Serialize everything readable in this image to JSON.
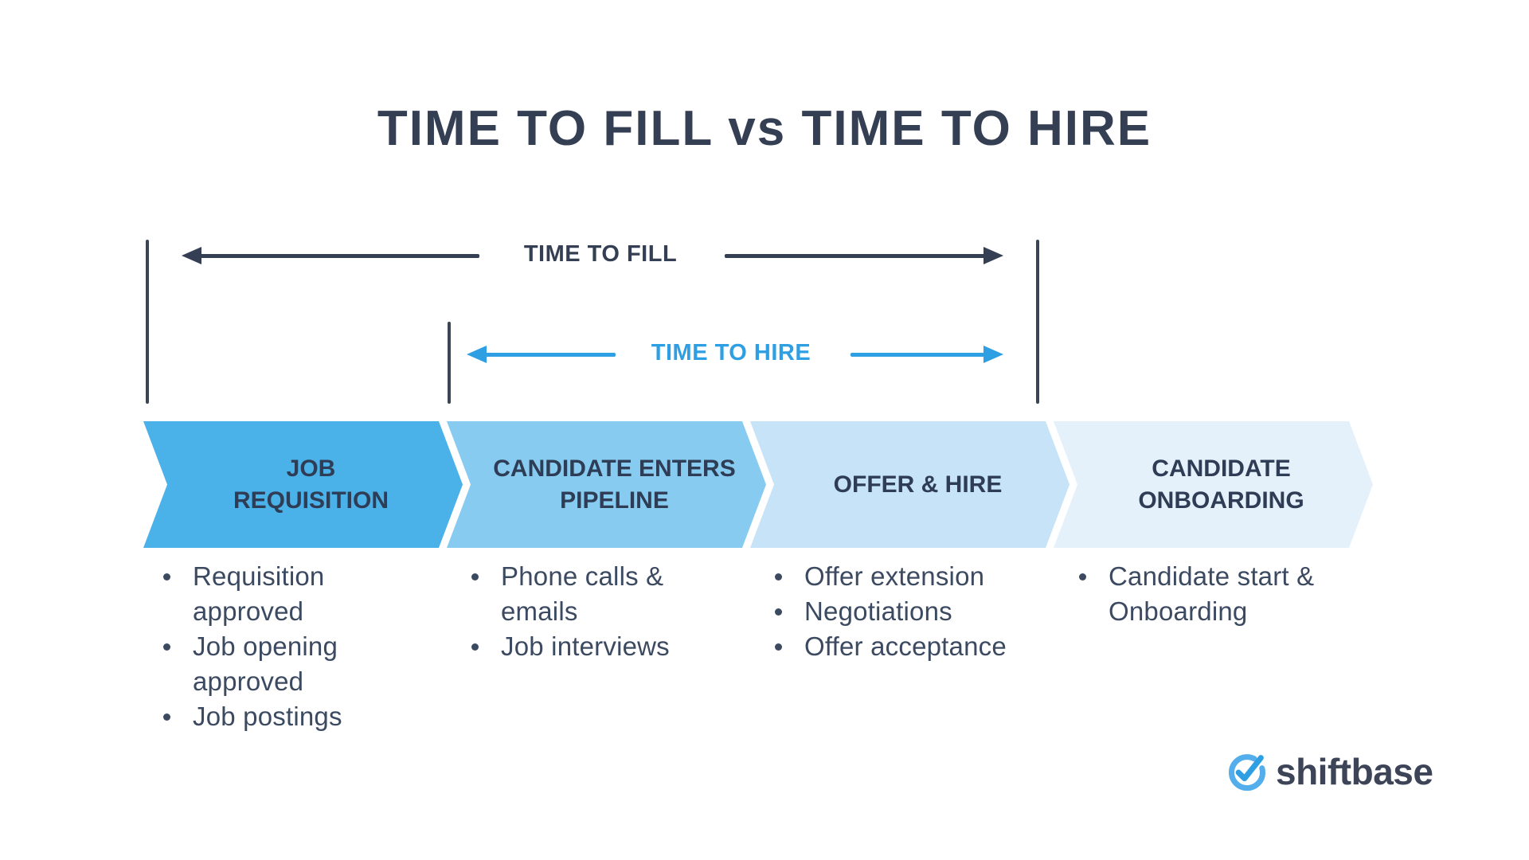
{
  "title": "TIME TO FILL vs TIME TO HIRE",
  "measures": {
    "time_to_fill": "TIME TO FILL",
    "time_to_hire": "TIME TO HIRE"
  },
  "stages": [
    {
      "label": "JOB\nREQUISITION",
      "color": "#4bb1e9",
      "items": [
        "Requisition\napproved",
        "Job opening\napproved",
        "Job postings"
      ]
    },
    {
      "label": "CANDIDATE ENTERS\nPIPELINE",
      "color": "#87cbf1",
      "items": [
        "Phone calls &\nemails",
        "Job interviews"
      ]
    },
    {
      "label": "OFFER & HIRE",
      "color": "#c6e3f7",
      "items": [
        "Offer extension",
        "Negotiations",
        "Offer acceptance"
      ]
    },
    {
      "label": "CANDIDATE\nONBOARDING",
      "color": "#e4f1fb",
      "items": [
        "Candidate start &\nOnboarding"
      ]
    }
  ],
  "logo": {
    "text": "shiftbase"
  },
  "colors": {
    "dark_navy": "#343f54",
    "accent_blue": "#2e9fe3",
    "bullet_text": "#3c4a61",
    "logo_ring": "#55aeec",
    "logo_check": "#2f9fe4"
  }
}
